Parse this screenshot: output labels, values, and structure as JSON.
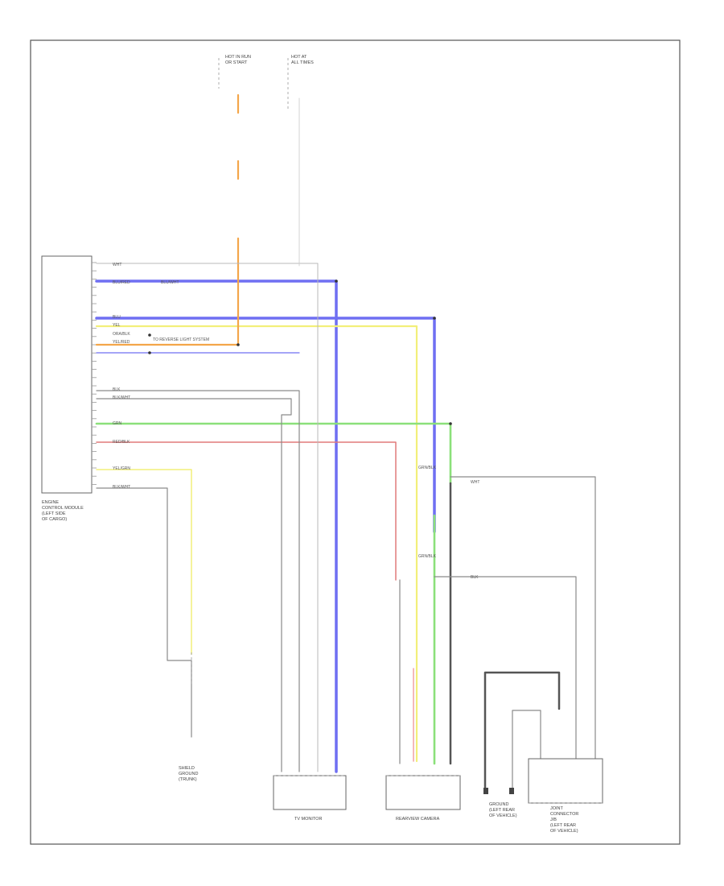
{
  "diagram": {
    "corner_label": "",
    "components": {
      "module": {
        "caption": [
          "ENGINE",
          "CONTROL MODULE",
          "(LEFT SIDE",
          "OF CARGO)"
        ]
      },
      "camera_unit": {
        "caption": "REARVIEW CAMERA"
      },
      "tv_monitor": {
        "caption": "TV MONITOR"
      },
      "ground": {
        "caption": [
          "GROUND",
          "(LEFT REAR",
          "OF VEHICLE)"
        ]
      },
      "joint_connector": {
        "caption": [
          "JOINT",
          "CONNECTOR",
          "J/B",
          "(LEFT REAR",
          "OF VEHICLE)"
        ]
      },
      "shield_ground": {
        "caption": [
          "SHIELD",
          "GROUND",
          "(TRUNK)"
        ]
      },
      "fuse_top_left": {
        "caption": [
          "HOT IN RUN",
          "OR START"
        ]
      },
      "fuse_top_right": {
        "caption": [
          "HOT AT",
          "ALL TIMES"
        ]
      }
    },
    "wire_labels": {
      "wht": "WHT",
      "blu_red": "BLU/RED",
      "blk_wht": "BLK/WHT",
      "blu": "BLU",
      "yel": "YEL",
      "ora_blk": "ORA/BLK",
      "yel_red": "YEL/RED",
      "blk": "BLK",
      "grn": "GRN",
      "red_blk": "RED/BLK",
      "grn_blk": "GRN/BLK",
      "yel_grn": "YEL/GRN"
    },
    "annotations": {
      "reverse_light": "TO REVERSE LIGHT SYSTEM",
      "blu_red_ref": "BLU/WHT"
    },
    "colors": {
      "blue": "#6f6ff2",
      "orange": "#f4a64a",
      "yellow": "#f2ef7a",
      "green": "#8be07a",
      "red": "#e07a7a",
      "gray": "#8a8a8a",
      "dark": "#555555",
      "pink": "#f0a0a0"
    }
  }
}
